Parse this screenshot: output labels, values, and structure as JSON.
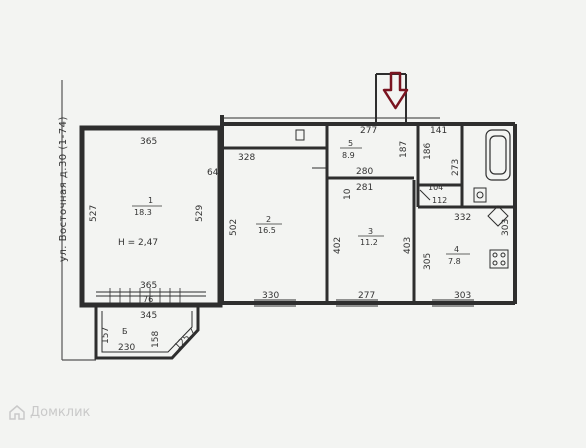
{
  "street_label": "ул. Восточная д.30 (1-74)",
  "watermark": "Домклик",
  "entrance_icon": "arrow-down-icon",
  "colors": {
    "background": "#f3f4f2",
    "wall": "#2e2e2e",
    "arrow": "#7a1420",
    "watermark": "#c9c9c9"
  },
  "rooms": [
    {
      "id": "room-1",
      "number": "1",
      "area": "18.3",
      "height_note": "H = 2,47"
    },
    {
      "id": "room-2",
      "number": "2",
      "area": "16.5"
    },
    {
      "id": "room-3",
      "number": "3",
      "area": "11.2"
    },
    {
      "id": "room-4",
      "number": "4",
      "area": "7.8"
    },
    {
      "id": "hall-5",
      "number": "5",
      "area": "8.9"
    },
    {
      "id": "balcony",
      "number": "Б"
    }
  ],
  "dimensions": {
    "r1_top": "365",
    "r1_left": "527",
    "r1_right": "529",
    "r1_bottom": "365",
    "r2_top": "328",
    "r2_left": "502",
    "r2_bottom": "330",
    "r3_top": "280",
    "r3_top2": "281",
    "r3_left": "402",
    "r3_right": "403",
    "r3_bottom": "277",
    "r4_top": "332",
    "r4_left": "305",
    "r4_right": "303",
    "r4_bottom": "303",
    "hall_top": "277",
    "hall_right": "187",
    "small_w": "141",
    "small_h": "186",
    "bath_h": "273",
    "corr_w": "64",
    "corr_h": "10",
    "wc_a": "104",
    "wc_b": "112",
    "balcony_top": "345",
    "balcony_left": "157",
    "balcony_bottom": "230",
    "balcony_side": "158",
    "balcony_diag": "125.7",
    "balcony_door": "76"
  }
}
